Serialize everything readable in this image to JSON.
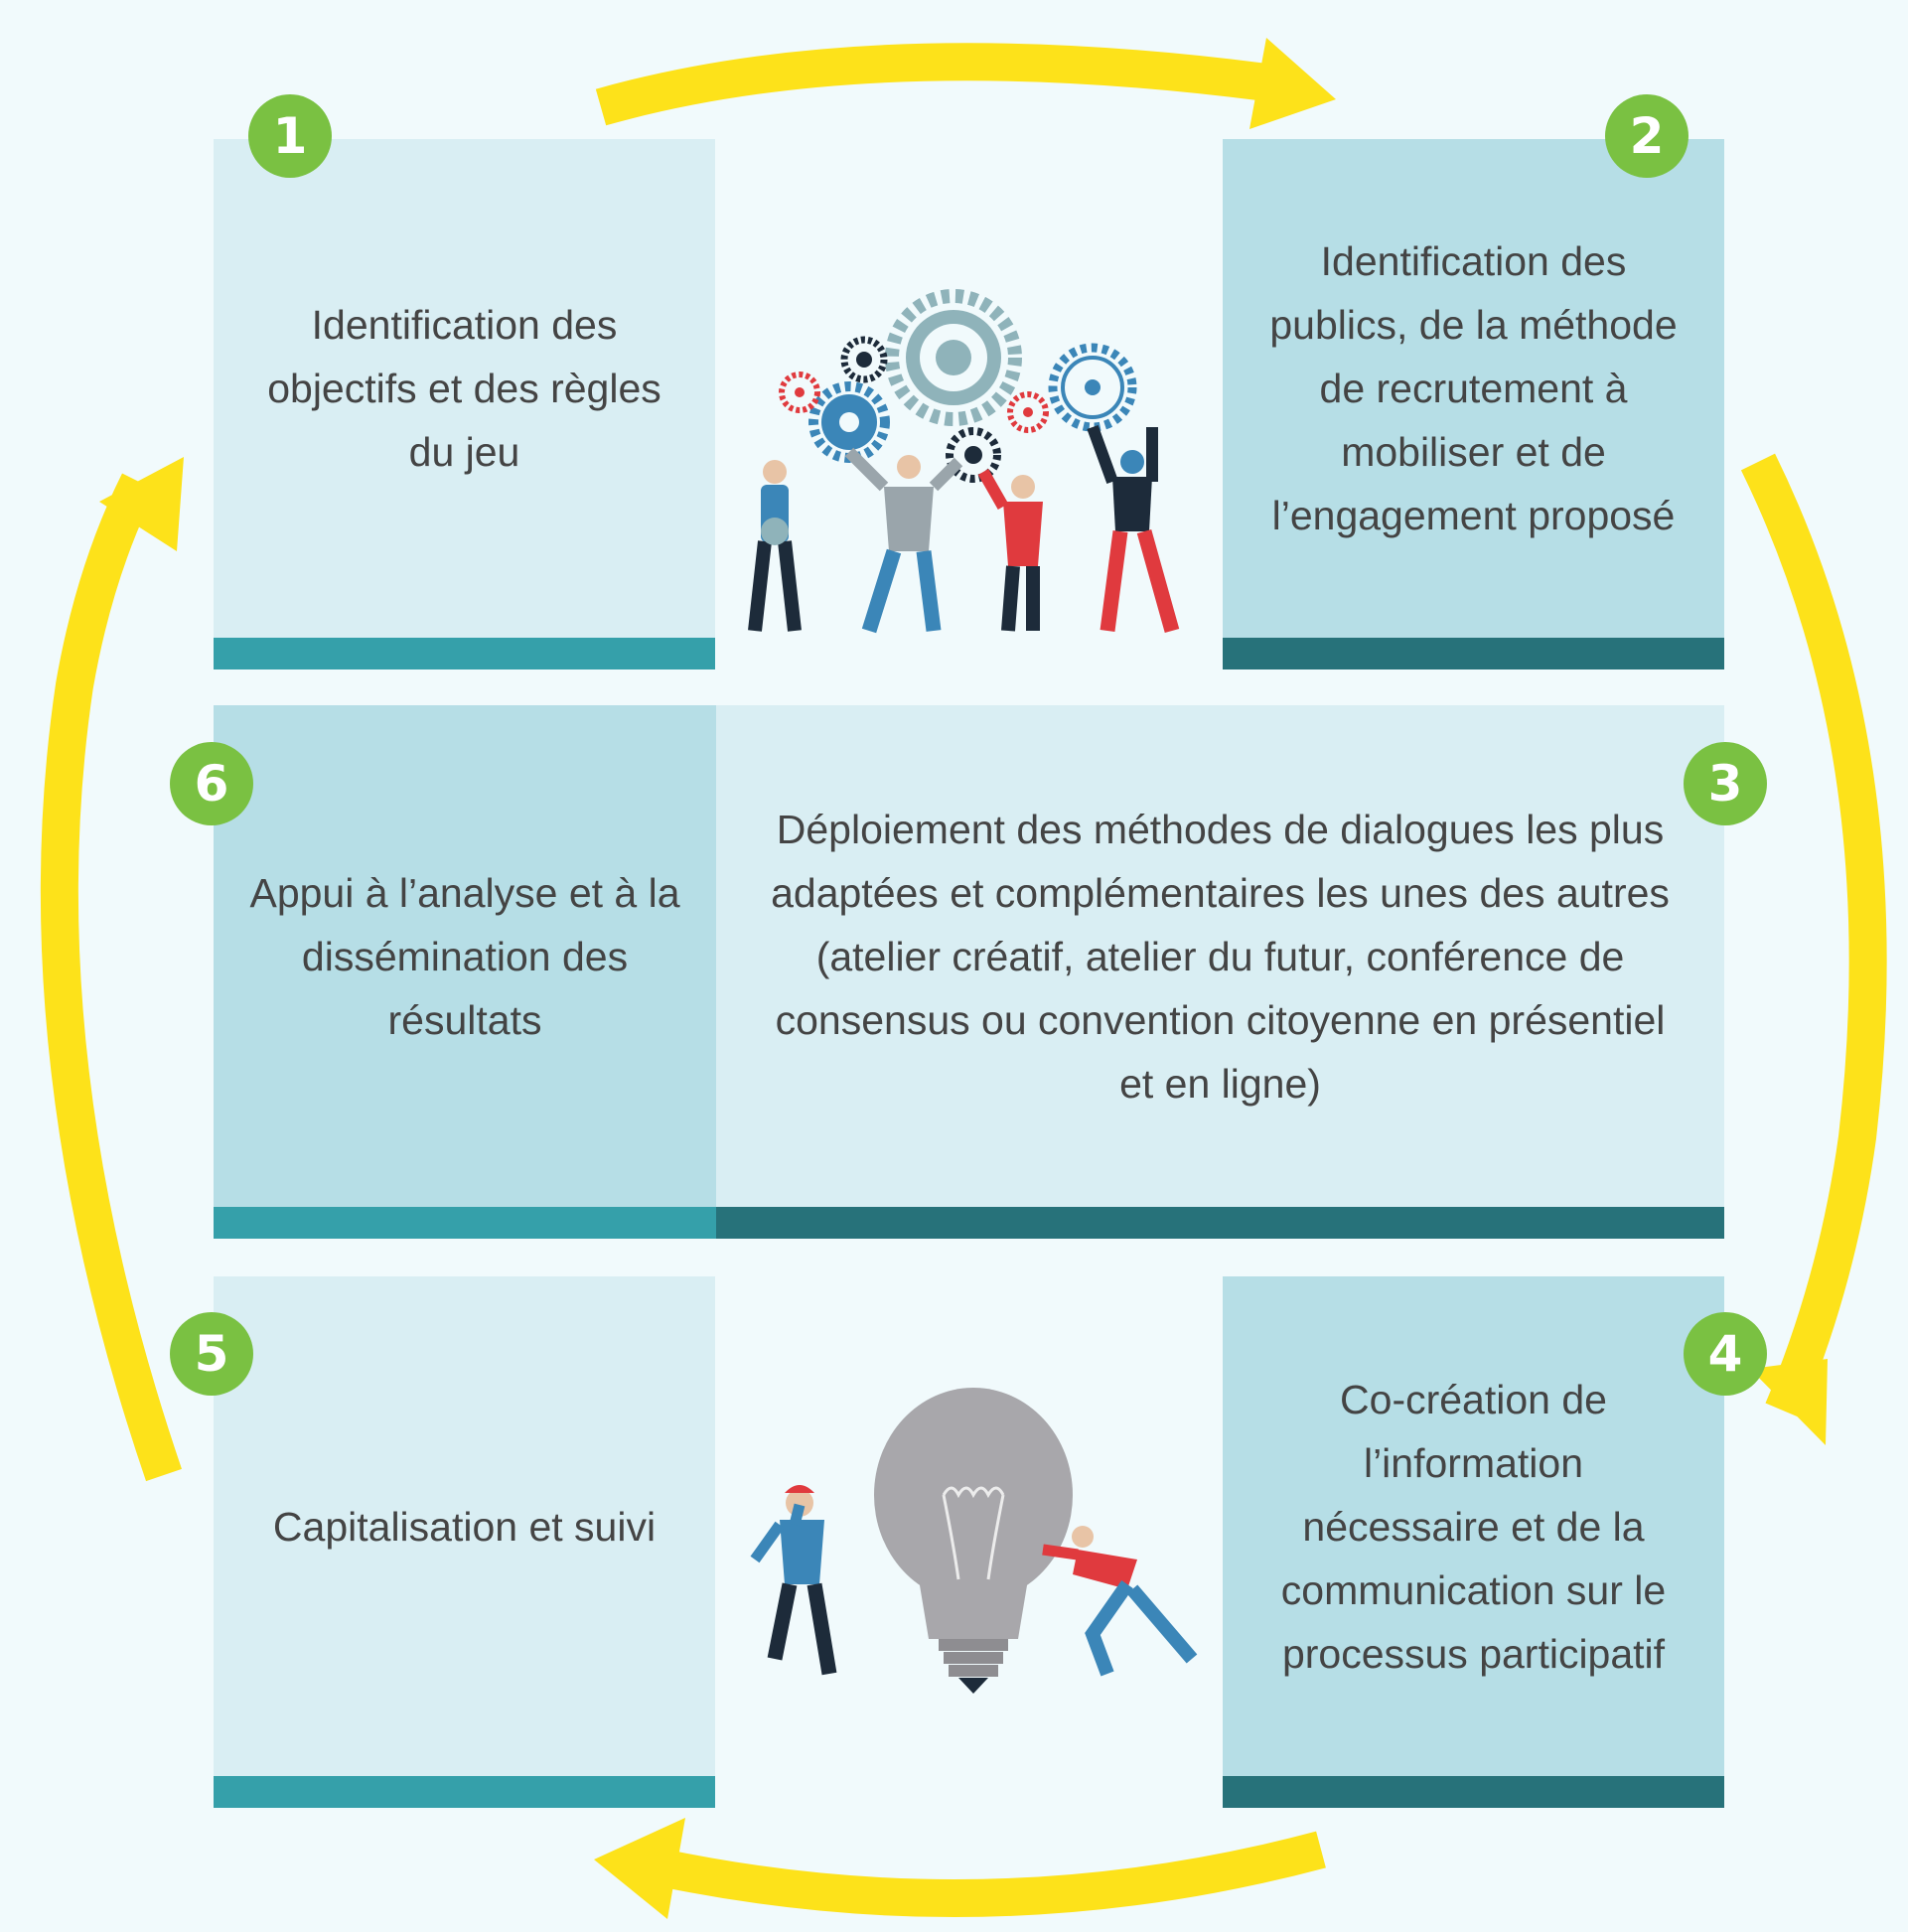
{
  "colors": {
    "background": "#f1fafc",
    "box_light": "#d9eef3",
    "box_mid": "#b6dee6",
    "bar_teal": "#35a0aa",
    "bar_dark": "#27727a",
    "badge": "#7ac142",
    "arrow": "#fde21a"
  },
  "steps": [
    {
      "number": "1",
      "text": "Identification des objectifs et des règles du jeu"
    },
    {
      "number": "2",
      "text": "Identification des publics, de la méthode de recrutement à mobiliser et de l’engagement proposé"
    },
    {
      "number": "3",
      "text": "Déploiement des méthodes de dialogues les plus adaptées et complémentaires les unes des autres (atelier créatif, atelier du futur, conférence de consensus ou convention citoyenne en présentiel et en ligne)"
    },
    {
      "number": "4",
      "text": "Co-création de l’information nécessaire et de la communication sur le processus participatif"
    },
    {
      "number": "5",
      "text": "Capitalisation et suivi"
    },
    {
      "number": "6",
      "text": "Appui à l’analyse et à la dissémination des résultats"
    }
  ],
  "illustrations": [
    "people-with-gears-illustration",
    "people-with-lightbulb-illustration"
  ]
}
